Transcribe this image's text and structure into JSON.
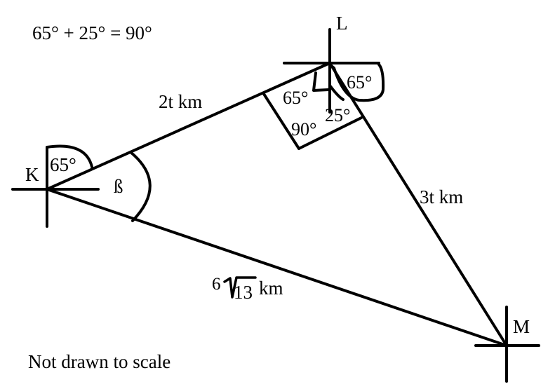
{
  "equation": "65° + 25° = 90°",
  "note": "Not drawn to scale",
  "points": {
    "K": "K",
    "L": "L",
    "M": "M"
  },
  "sides": {
    "KL": "2t km",
    "LM": "3t km",
    "KM_coefficient": "6",
    "KM_radicand": "13",
    "KM_unit": "km"
  },
  "angles": {
    "at_K_bearing": "65°",
    "at_K_beta": "ß",
    "at_L_bearing": "65°",
    "at_L_inner": "65°",
    "at_L_small": "25°",
    "at_L_right": "90°"
  },
  "colors": {
    "ink": "#000000",
    "background": "#ffffff"
  }
}
